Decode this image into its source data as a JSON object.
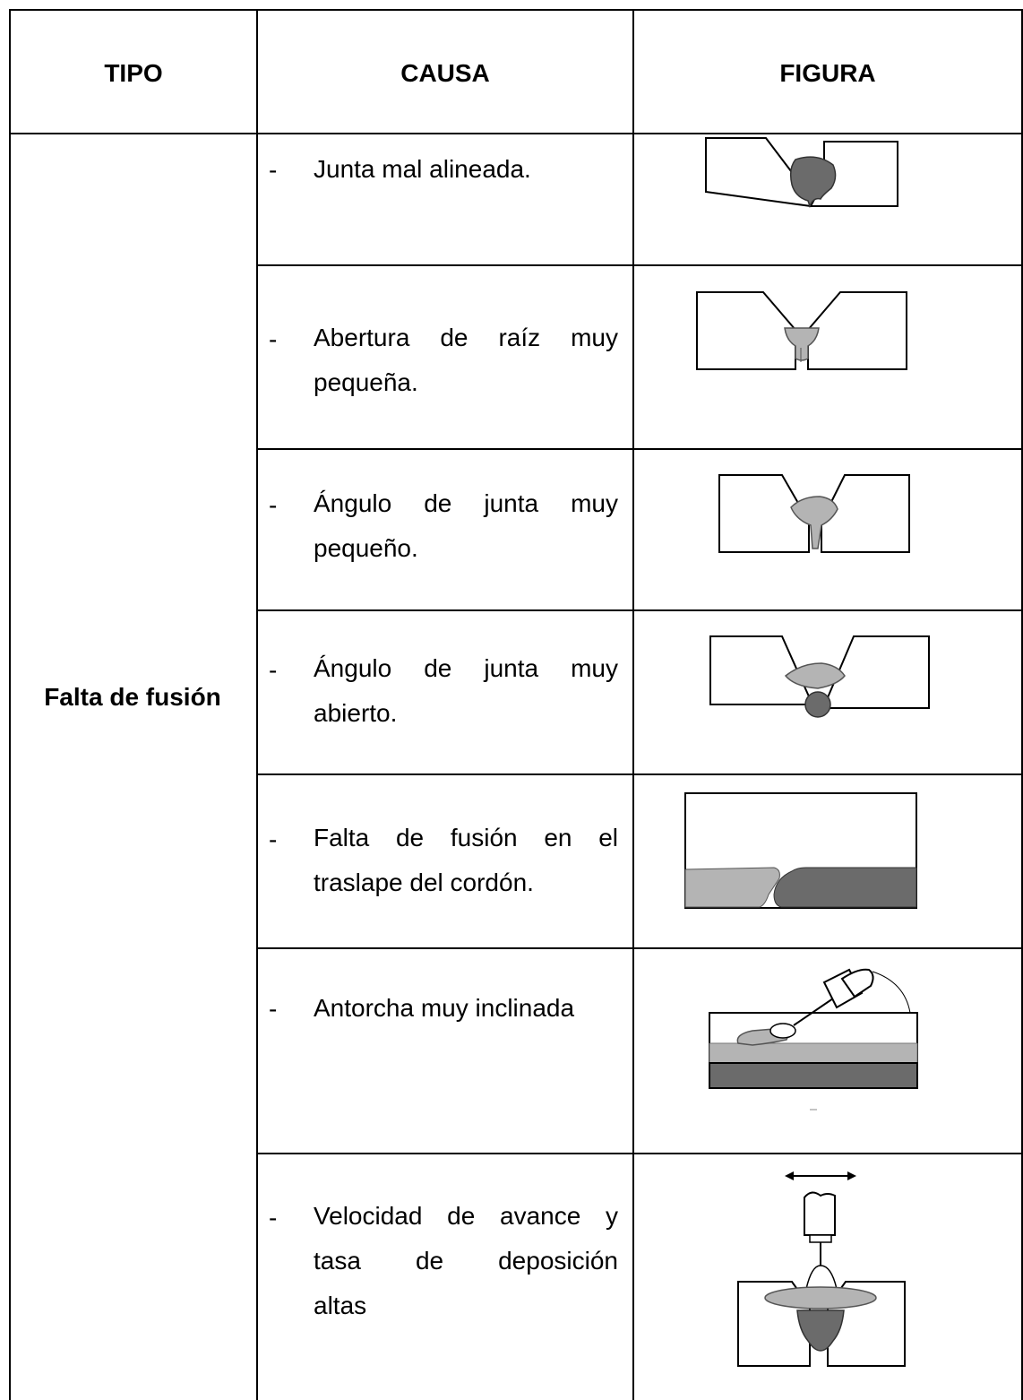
{
  "table": {
    "headers": {
      "tipo": "TIPO",
      "causa": "CAUSA",
      "figura": "FIGURA"
    },
    "tipo": "Falta de fusión",
    "bullet": "-",
    "rows": [
      {
        "cause_line1": "Junta mal alineada.",
        "cause_line2": "",
        "cause_line3": "",
        "figure_icon": "misaligned-joint-figure-icon"
      },
      {
        "cause_line1": "Abertura de raíz muy",
        "cause_line2": "pequeña.",
        "cause_line3": "",
        "figure_icon": "small-root-opening-figure-icon"
      },
      {
        "cause_line1": "Ángulo de junta muy",
        "cause_line2": "pequeño.",
        "cause_line3": "",
        "figure_icon": "small-joint-angle-figure-icon"
      },
      {
        "cause_line1": "Ángulo de junta muy",
        "cause_line2": "abierto.",
        "cause_line3": "",
        "figure_icon": "open-joint-angle-figure-icon"
      },
      {
        "cause_line1": "Falta de fusión en el",
        "cause_line2": "traslape del cordón.",
        "cause_line3": "",
        "figure_icon": "bead-overlap-figure-icon"
      },
      {
        "cause_line1": "Antorcha muy inclinada",
        "cause_line2": "",
        "cause_line3": "",
        "figure_icon": "inclined-torch-figure-icon"
      },
      {
        "cause_line1": "Velocidad de avance y",
        "cause_line2": "tasa de deposición",
        "cause_line3": "altas",
        "figure_icon": "high-travel-speed-figure-icon"
      }
    ],
    "colors": {
      "border": "#000000",
      "weld_dark": "#6b6b6b",
      "weld_light": "#b4b4b4"
    }
  }
}
